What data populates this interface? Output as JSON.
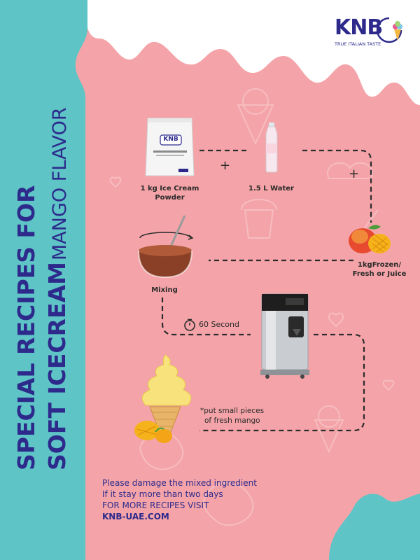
{
  "brand": {
    "logo_text": "KNB",
    "tagline": "TRUE ITALIAN TASTE"
  },
  "side_title": {
    "line1": "SPECIAL RECIPES  FOR",
    "line2": "SOFT ICECREAM",
    "flavor": "MANGO FLAVOR"
  },
  "steps": {
    "powder": {
      "line1": "1 kg Ice Cream",
      "line2": "Powder",
      "bag_text": "KNB"
    },
    "water": {
      "label": "1.5 L Water"
    },
    "mango": {
      "line1": "1kgFrozen/",
      "line2": "Fresh or Juice"
    },
    "mixing": {
      "label": "Mixing"
    },
    "timer": {
      "label": "60 Second"
    },
    "serve": {
      "line1": "*put small pieces",
      "line2": "of fresh mango"
    }
  },
  "operators": {
    "plus": "+"
  },
  "footer": {
    "line1": "Please damage the mixed ingredient",
    "line2": "If it stay more than two days",
    "line3": "FOR MORE RECIPES VISIT",
    "line4": "KNB-UAE.COM"
  },
  "colors": {
    "teal": "#5ec4c6",
    "pink": "#f4a4a8",
    "navy": "#2d2a8c",
    "white": "#ffffff"
  }
}
